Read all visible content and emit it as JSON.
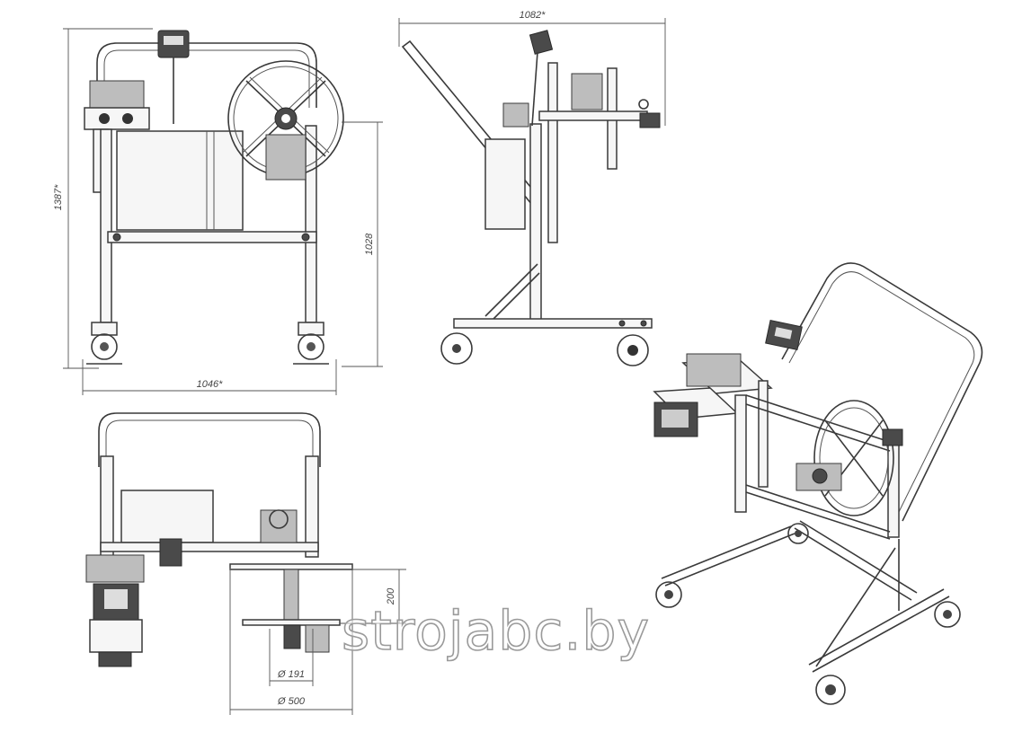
{
  "dimensions": {
    "height_overall": "1387*",
    "width_front": "1046*",
    "height_frame": "1028",
    "width_side": "1082*",
    "reel_height": "200",
    "hub_diameter": "Ø 191",
    "reel_diameter": "Ø 500"
  },
  "watermark": "strojabc.by"
}
